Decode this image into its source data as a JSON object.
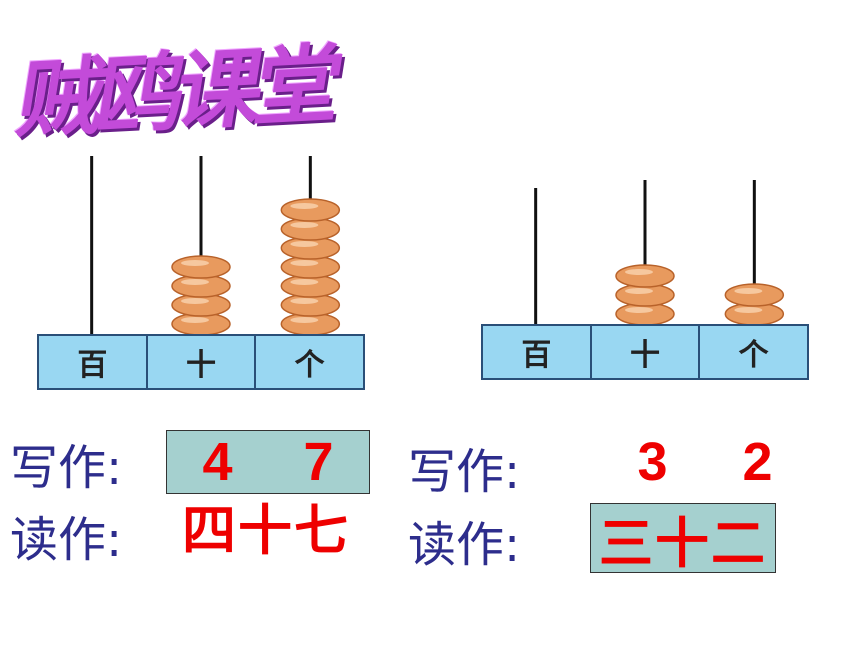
{
  "title": "贼鸥课堂",
  "abacus_left": {
    "places": [
      "百",
      "十",
      "个"
    ],
    "beads": [
      0,
      4,
      7
    ]
  },
  "abacus_right": {
    "places": [
      "百",
      "十",
      "个"
    ],
    "beads": [
      0,
      3,
      2
    ]
  },
  "left": {
    "write_label": "写作:",
    "write_digits": [
      "4",
      "7"
    ],
    "read_label": "读作:",
    "read_value": "四十七"
  },
  "right": {
    "write_label": "写作:",
    "write_digits": [
      "3",
      "2"
    ],
    "read_label": "读作:",
    "read_value": "三十二"
  },
  "colors": {
    "title": "#c34bd9",
    "label": "#2d2d8c",
    "answer": "#ee0000",
    "answer_box": "#a5d0cf",
    "place_box": "#99d7f2",
    "bead": "#e89a5e"
  }
}
